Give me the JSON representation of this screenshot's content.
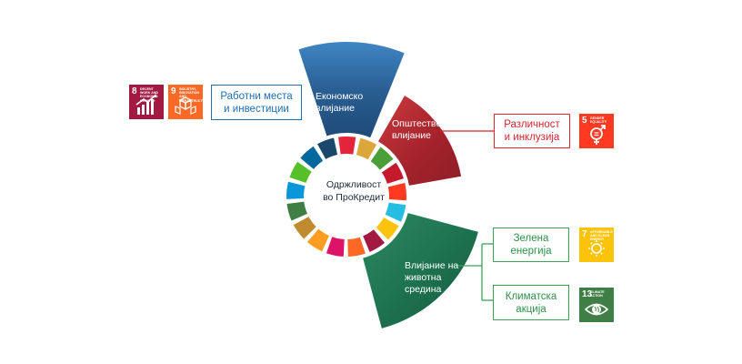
{
  "hub": {
    "line1": "Одржливост",
    "line2": "во ПроКредит"
  },
  "segments": {
    "economic": {
      "line1": "Економско",
      "line2": "влијание"
    },
    "social": {
      "line1": "Општествено",
      "line2": "влијание"
    },
    "environment": {
      "line1": "Влијание на",
      "line2": "животна",
      "line3": "средина"
    }
  },
  "boxes": {
    "jobs": {
      "line1": "Работни места",
      "line2": "и инвестиции"
    },
    "diversity": {
      "line1": "Различност",
      "line2": "и инклузија"
    },
    "energy": {
      "line1": "Зелена",
      "line2": "енергија"
    },
    "climate": {
      "line1": "Климатска",
      "line2": "акција"
    }
  },
  "sdg_tiles": {
    "sdg8": {
      "number": "8",
      "title": "Decent work and economic growth",
      "color": "#a21942",
      "icon": "growth-chart-icon"
    },
    "sdg9": {
      "number": "9",
      "title": "Industry, innovation and infrastructure",
      "color": "#fd6925",
      "icon": "cubes-icon"
    },
    "sdg5": {
      "number": "5",
      "title": "Gender equality",
      "color": "#ff3a21",
      "icon": "gender-equality-icon"
    },
    "sdg7": {
      "number": "7",
      "title": "Affordable and clean energy",
      "color": "#fcc30b",
      "icon": "sun-icon"
    },
    "sdg13": {
      "number": "13",
      "title": "Climate action",
      "color": "#3f7e44",
      "icon": "eye-globe-icon"
    }
  },
  "wheel_colors": [
    "#e5243b",
    "#dda63a",
    "#4c9f38",
    "#c5192d",
    "#ff3a21",
    "#26bde2",
    "#fcc30b",
    "#a21942",
    "#fd6925",
    "#dd1367",
    "#fd9d24",
    "#bf8b2e",
    "#3f7e44",
    "#0a97d9",
    "#56c02b",
    "#00689d",
    "#19486a"
  ],
  "colors": {
    "economic": "#2e6fa3",
    "social": "#b3262e",
    "environment": "#1f7a5a",
    "jobs": "#1f6fb2",
    "diversity": "#d8262e",
    "green": "#3aa35a"
  }
}
